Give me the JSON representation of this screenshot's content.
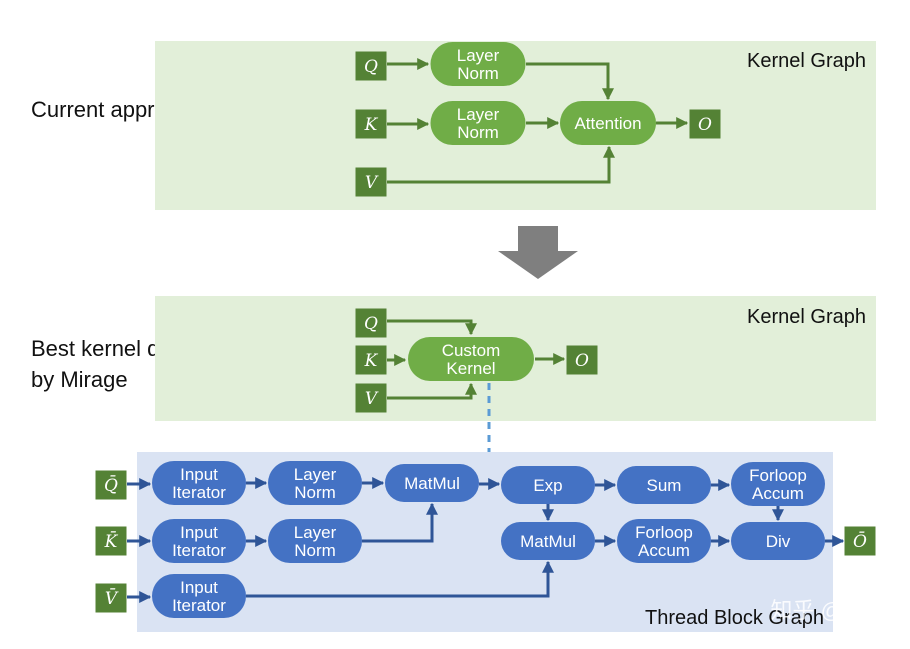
{
  "top": {
    "caption": "Current approach",
    "panel_title": "Kernel Graph",
    "inputs": [
      "Q",
      "K",
      "V"
    ],
    "output": "O",
    "nodes": {
      "layer_norm_q": [
        "Layer",
        "Norm"
      ],
      "layer_norm_k": [
        "Layer",
        "Norm"
      ],
      "attention": [
        "Attention"
      ]
    }
  },
  "middle": {
    "caption_lines": [
      "Best kernel discovered",
      "by Mirage"
    ],
    "panel_title": "Kernel Graph",
    "inputs": [
      "Q",
      "K",
      "V"
    ],
    "output": "O",
    "nodes": {
      "custom_kernel": [
        "Custom",
        "Kernel"
      ]
    }
  },
  "bottom": {
    "panel_title": "Thread Block Graph",
    "inputs": [
      "Q̄",
      "K̄",
      "V̄"
    ],
    "output": "Ō",
    "nodes": {
      "input_iterator_q": [
        "Input",
        "Iterator"
      ],
      "input_iterator_k": [
        "Input",
        "Iterator"
      ],
      "input_iterator_v": [
        "Input",
        "Iterator"
      ],
      "layer_norm_q": [
        "Layer",
        "Norm"
      ],
      "layer_norm_k": [
        "Layer",
        "Norm"
      ],
      "matmul_1": [
        "MatMul"
      ],
      "exp": [
        "Exp"
      ],
      "sum": [
        "Sum"
      ],
      "forloop_accum_1": [
        "Forloop",
        "Accum"
      ],
      "matmul_2": [
        "MatMul"
      ],
      "forloop_accum_2": [
        "Forloop",
        "Accum"
      ],
      "div": [
        "Div"
      ]
    }
  },
  "watermark": "知乎 @大卫",
  "colors": {
    "kernel_panel_bg": "#e2efd9",
    "kernel_node": "#70ad47",
    "io_box": "#548235",
    "kernel_arrow": "#548235",
    "block_panel_bg": "#dae3f3",
    "block_node": "#4472c4",
    "block_arrow": "#2f5597",
    "transition_arrow": "#7f7f7f",
    "dashed_link": "#5b9bd5"
  }
}
